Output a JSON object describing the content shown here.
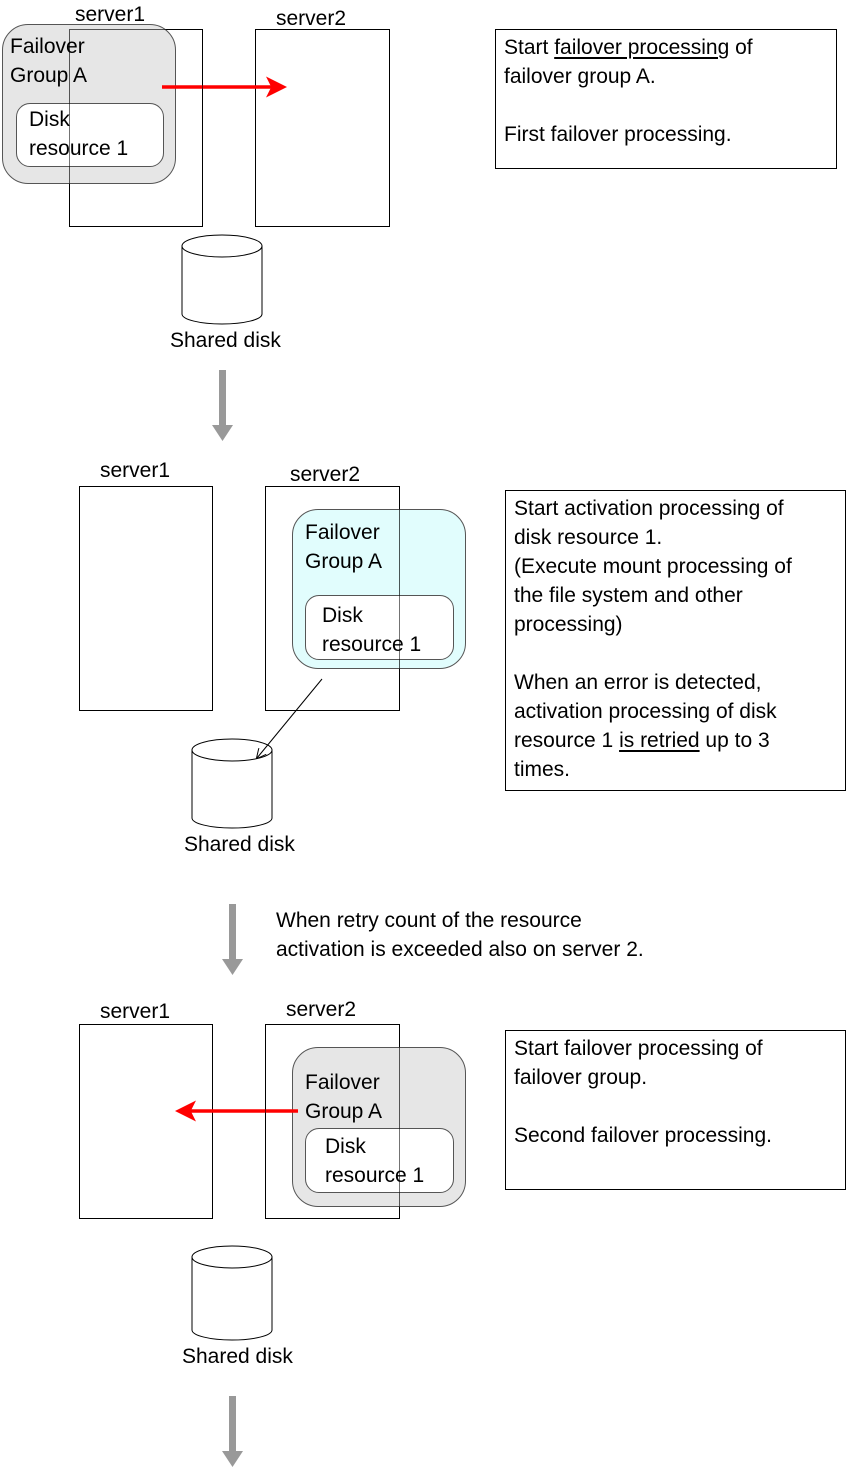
{
  "colors": {
    "failover_arrow": "#ff0000",
    "step_arrow": "#999999",
    "group_gray": "#e6e6e6",
    "group_cyan": "#e0fcfc"
  },
  "steps": [
    {
      "server1_label": "server1",
      "server2_label": "server2",
      "group_label": "Failover\nGroup A",
      "resource_label": "Disk\nresource 1",
      "disk_label": "Shared disk",
      "note": {
        "line1_pre": "Start ",
        "line1_underlined": "failover processing",
        "line1_post": " of",
        "line2": "failover group A.",
        "line3": "First failover processing."
      }
    },
    {
      "server1_label": "server1",
      "server2_label": "server2",
      "group_label": "Failover\nGroup A",
      "resource_label": "Disk\nresource 1",
      "disk_label": "Shared disk",
      "note": {
        "line1": "Start activation processing of",
        "line2": "disk resource 1.",
        "line3": "(Execute mount processing of",
        "line4": "the file system and other",
        "line5": "processing)",
        "line6": "When an error is detected,",
        "line7": "activation processing of disk",
        "line8_pre": "resource 1 ",
        "line8_underlined": "is retried",
        "line8_post": " up to 3",
        "line9": "times."
      },
      "transition_caption_line1": "When retry count of the resource",
      "transition_caption_line2": "activation is exceeded also on server 2."
    },
    {
      "server1_label": "server1",
      "server2_label": "server2",
      "group_label": "Failover\nGroup A",
      "resource_label": "Disk\nresource 1",
      "disk_label": "Shared disk",
      "note": {
        "line1": "Start failover processing of",
        "line2": "failover group.",
        "line3": "Second failover processing."
      }
    }
  ]
}
